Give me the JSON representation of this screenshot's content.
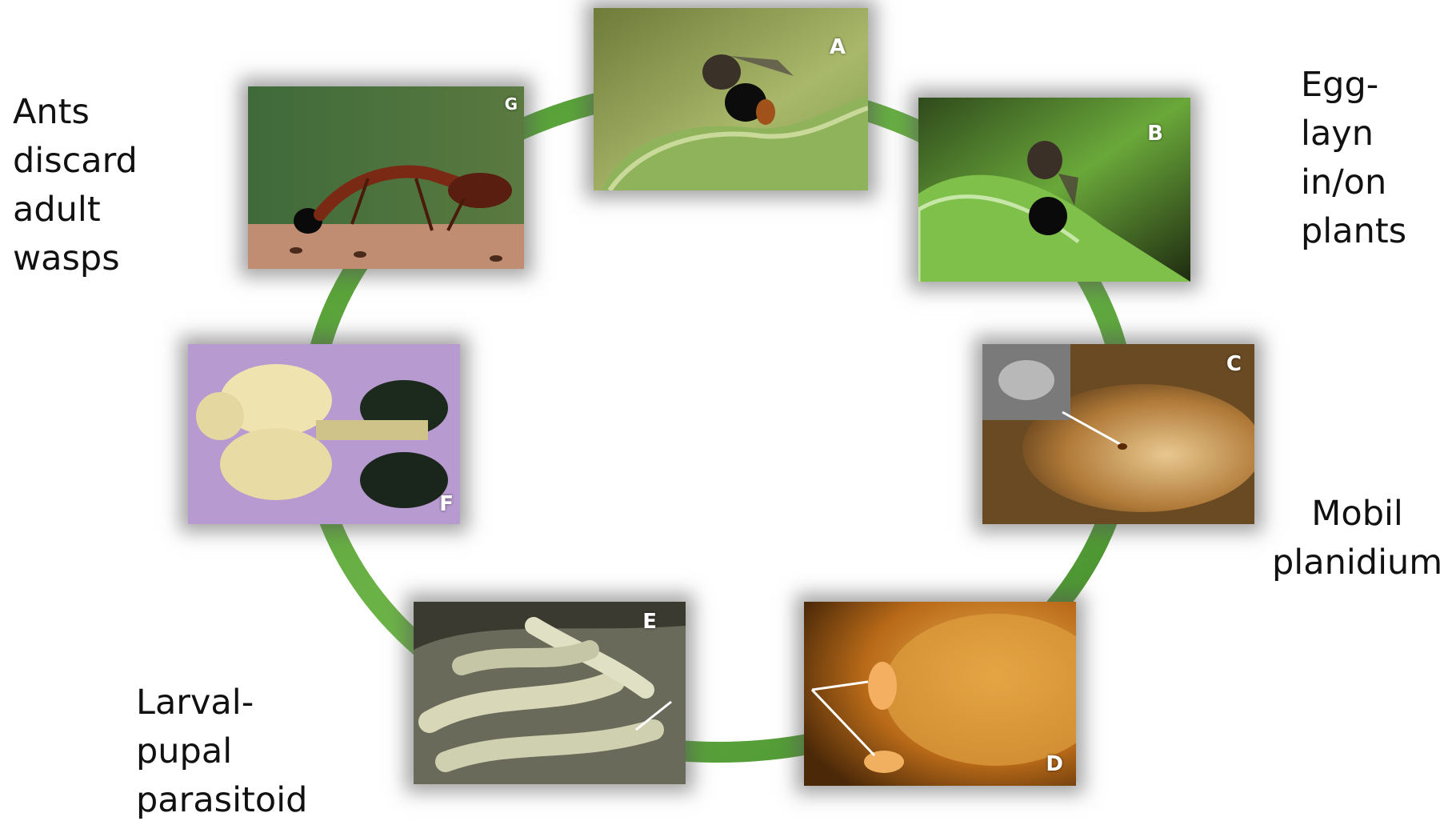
{
  "panels": {
    "a": {
      "letter": "A"
    },
    "b": {
      "letter": "B"
    },
    "c": {
      "letter": "C"
    },
    "d": {
      "letter": "D"
    },
    "e": {
      "letter": "E"
    },
    "f": {
      "letter": "F"
    },
    "g": {
      "letter": "G"
    }
  },
  "labels": {
    "ants": [
      "Ants",
      "discard",
      "adult",
      "wasps"
    ],
    "egg": [
      "Egg-",
      "layn",
      "in/on",
      "plants"
    ],
    "mobil": [
      "Mobil",
      "planidium"
    ],
    "larval": [
      "Larval-",
      "pupal",
      "parasitoid"
    ]
  },
  "colors": {
    "ring": "#5a9e3a",
    "background": "#ffffff",
    "text": "#111111"
  }
}
